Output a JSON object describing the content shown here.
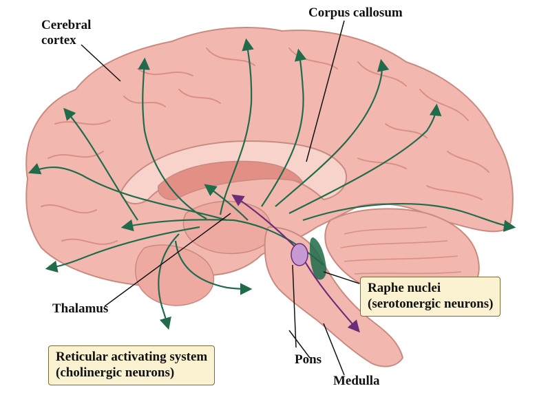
{
  "labels": {
    "cerebral_cortex_line1": "Cerebral",
    "cerebral_cortex_line2": "cortex",
    "corpus_callosum": "Corpus callosum",
    "thalamus": "Thalamus",
    "pons": "Pons",
    "medulla": "Medulla"
  },
  "callouts": {
    "raphe_line1": "Raphe nuclei",
    "raphe_line2": "(serotonergic neurons)",
    "reticular_line1": "Reticular activating system",
    "reticular_line2": "(cholinergic neurons)"
  },
  "colors": {
    "brain_fill": "#f2b7ae",
    "brain_outline": "#c98a80",
    "serotonergic_pathway": "#1f6b4a",
    "cholinergic_pathway": "#6b2d7a",
    "callout_fill": "#fbf2d2"
  }
}
